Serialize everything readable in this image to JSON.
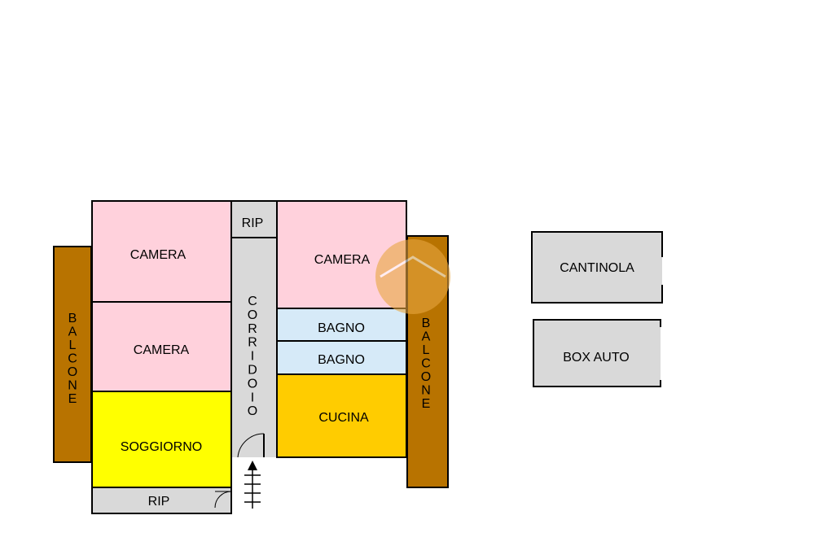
{
  "colors": {
    "camera": "#FFD1DC",
    "bagno": "#D6EAF8",
    "cucina": "#FFCC00",
    "soggiorno": "#FFFF00",
    "service": "#D9D9D9",
    "balcone": "#B87300",
    "wall": "#000000",
    "watermark": "#E8A640"
  },
  "rooms": {
    "camera_top_left": "CAMERA",
    "camera_mid_left": "CAMERA",
    "soggiorno": "SOGGIORNO",
    "rip_bottom": "RIP",
    "rip_top": "RIP",
    "corridoio": "CORRIDOIO",
    "camera_top_right": "CAMERA",
    "bagno_1": "BAGNO",
    "bagno_2": "BAGNO",
    "cucina": "CUCINA",
    "balcone_left": "BALCONE",
    "balcone_right": "BALCONE",
    "cantinola": "CANTINOLA",
    "box_auto": "BOX AUTO"
  },
  "icons": {
    "stairs": "stairs-arrow-icon",
    "door_swing": "door-swing-icon",
    "watermark": "house-watermark-icon"
  }
}
